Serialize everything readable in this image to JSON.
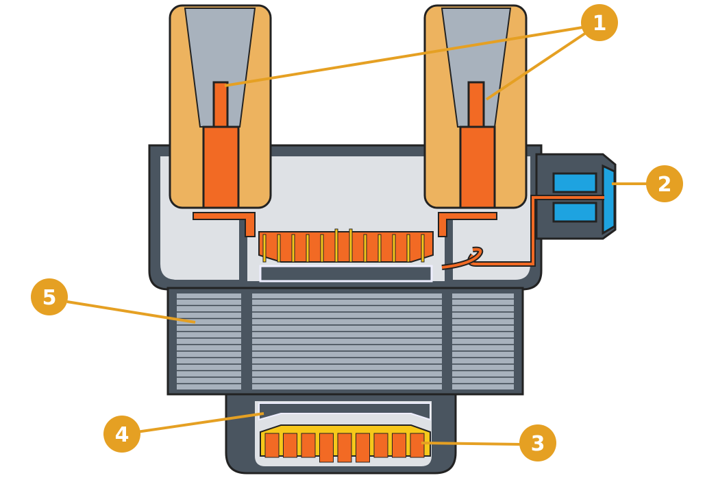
{
  "diagram": {
    "callouts": [
      {
        "number": "1"
      },
      {
        "number": "2"
      },
      {
        "number": "3"
      },
      {
        "number": "4"
      },
      {
        "number": "5"
      }
    ],
    "colors": {
      "callout": "#E5A023",
      "housing_dark": "#4A5560",
      "housing_light": "#DEE1E5",
      "tower": "#EDB35F",
      "terminal": "#F26A24",
      "coil_frame": "#F7C81A",
      "connector": "#1EA3E0",
      "lamination": "#A8B2BD"
    }
  }
}
